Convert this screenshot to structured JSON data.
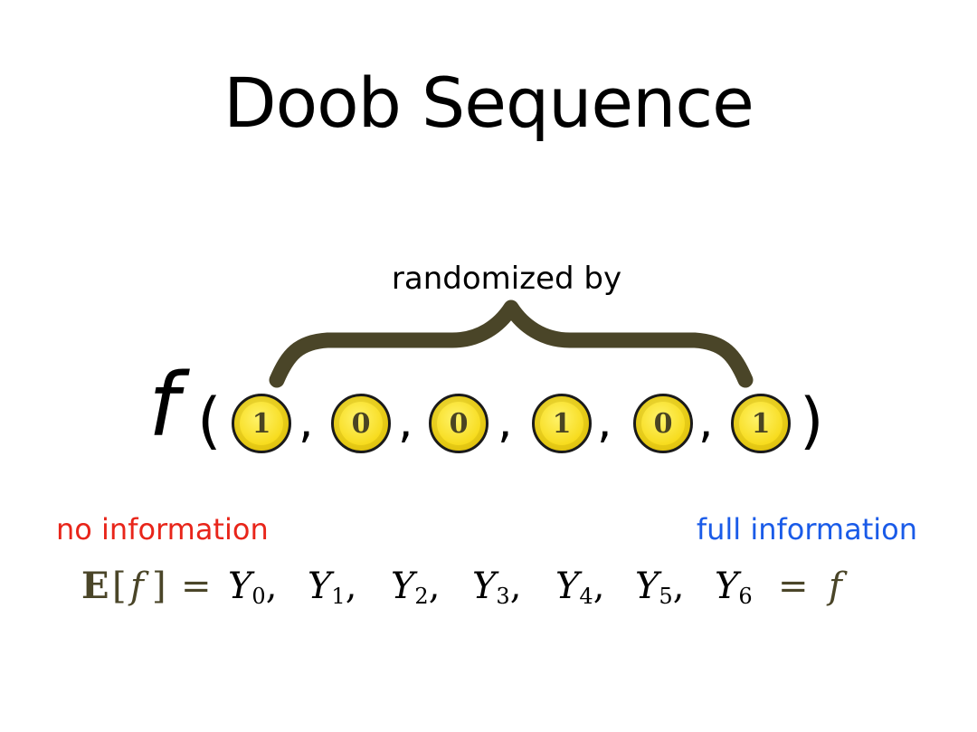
{
  "slide": {
    "title": "Doob Sequence",
    "brace_label": "randomized by",
    "function_symbol": "f",
    "open_paren": "(",
    "close_paren": ")",
    "comma": ",",
    "coins": [
      "1",
      "0",
      "0",
      "1",
      "0",
      "1"
    ],
    "left_label": "no information",
    "right_label": "full information",
    "equation": {
      "expectation": "E",
      "bracket_open": "[",
      "f": "f",
      "bracket_close": "]",
      "equals": "=",
      "terms": [
        "0",
        "1",
        "2",
        "3",
        "4",
        "5",
        "6"
      ],
      "Y": "Y"
    },
    "colors": {
      "no_info": "#e8251a",
      "full_info": "#1a5be8",
      "brace": "#4a4528",
      "coin_fill": "#f7dc1e"
    }
  }
}
